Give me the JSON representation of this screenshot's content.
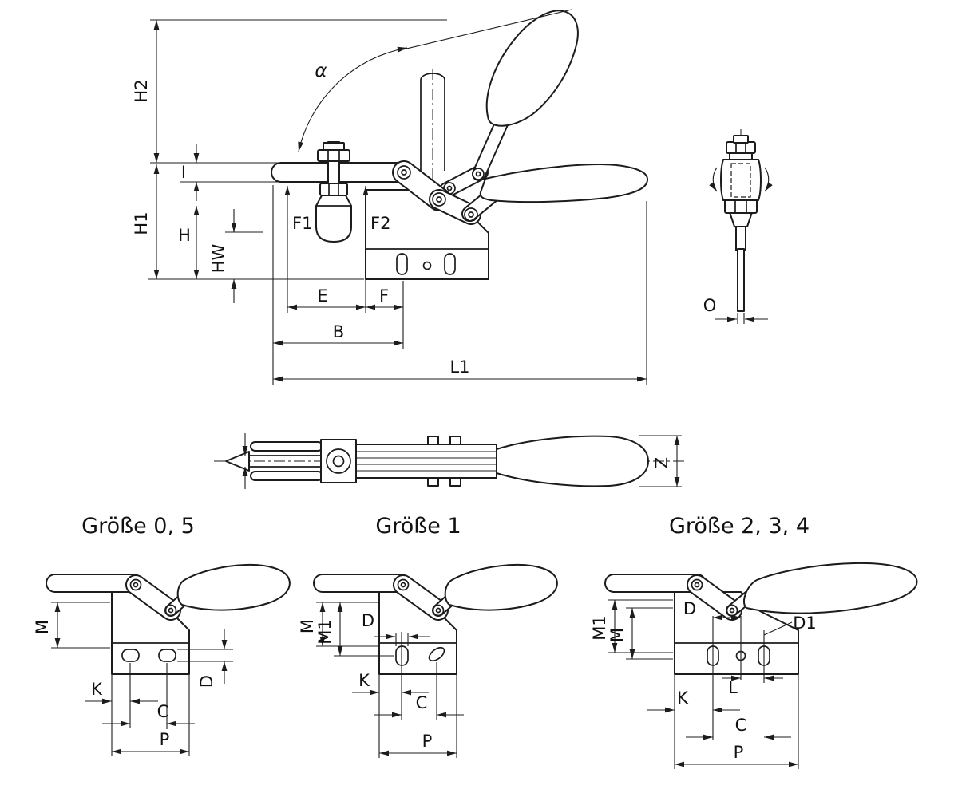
{
  "drawing": {
    "colors": {
      "line": "#1c1c1c",
      "background": "#ffffff"
    },
    "main_view": {
      "labels": {
        "H2": "H2",
        "I": "I",
        "H1": "H1",
        "H": "H",
        "HW": "HW",
        "alpha": "α",
        "F1": "F1",
        "F2": "F2",
        "E": "E",
        "F": "F",
        "B": "B",
        "L1": "L1"
      }
    },
    "spindle_view": {
      "labels": {
        "O": "O"
      }
    },
    "plan_view": {
      "labels": {
        "Z": "Z"
      }
    },
    "size_views": [
      {
        "id": "groesse-0-5",
        "title": "Größe 0, 5",
        "labels": {
          "M": "M",
          "D": "D",
          "K": "K",
          "C": "C",
          "P": "P"
        }
      },
      {
        "id": "groesse-1",
        "title": "Größe 1",
        "labels": {
          "M": "M",
          "M1": "M1",
          "D": "D",
          "K": "K",
          "C": "C",
          "P": "P"
        }
      },
      {
        "id": "groesse-2-3-4",
        "title": "Größe 2, 3, 4",
        "labels": {
          "M1": "M1",
          "M": "M",
          "D": "D",
          "D1": "D1",
          "L": "L",
          "K": "K",
          "C": "C",
          "P": "P"
        }
      }
    ]
  }
}
